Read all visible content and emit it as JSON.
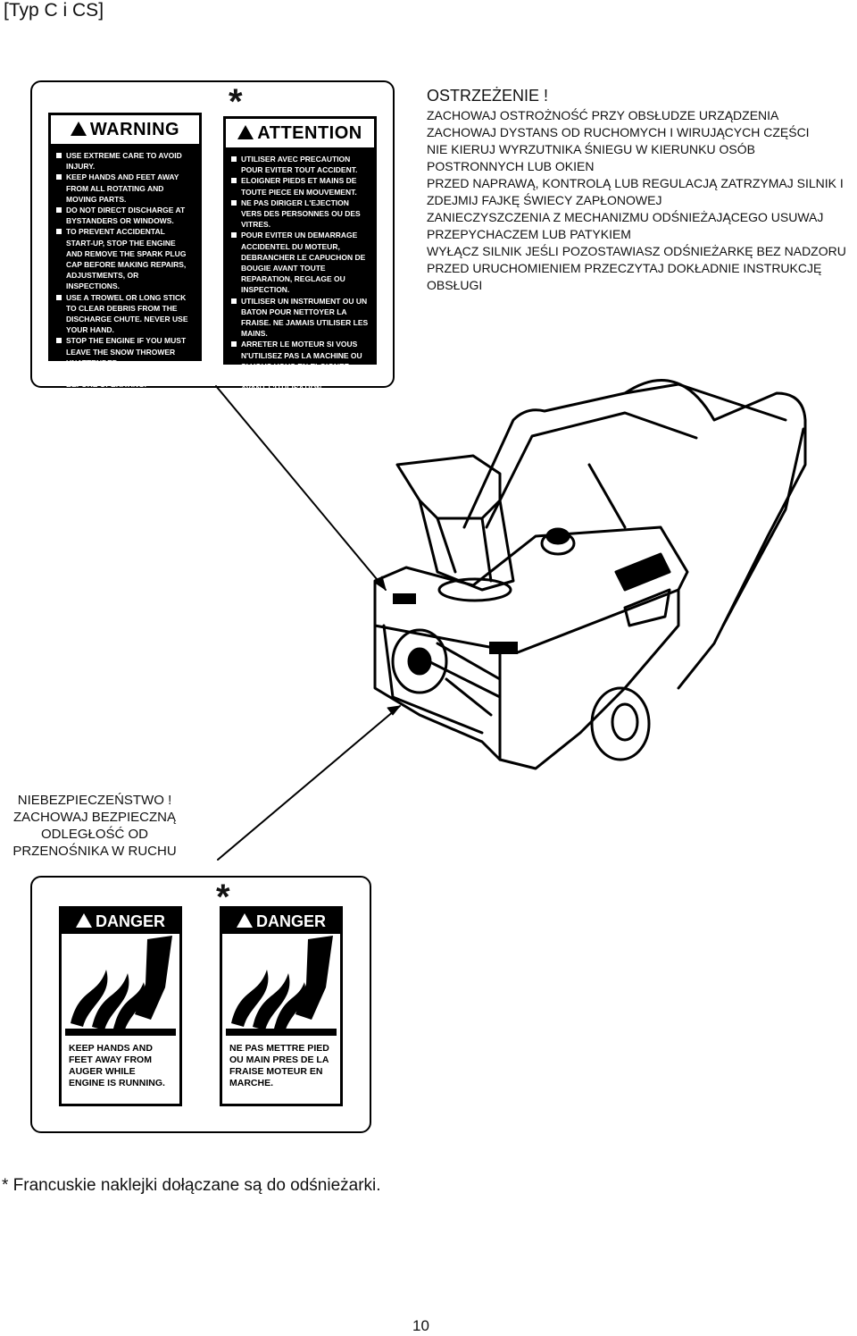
{
  "header": {
    "title": "[Typ C i CS]"
  },
  "warning_section": {
    "heading": "OSTRZEŻENIE !",
    "lines": [
      "ZACHOWAJ OSTROŻNOŚĆ PRZY OBSŁUDZE URZĄDZENIA",
      "ZACHOWAJ DYSTANS OD RUCHOMYCH I WIRUJĄCYCH CZĘŚCI",
      "NIE KIERUJ WYRZUTNIKA ŚNIEGU W KIERUNKU OSÓB POSTRONNYCH LUB OKIEN",
      "PRZED NAPRAWĄ, KONTROLĄ LUB REGULACJĄ ZATRZYMAJ SILNIK I ZDEJMIJ FAJKĘ ŚWIECY ZAPŁONOWEJ",
      "ZANIECZYSZCZENIA Z MECHANIZMU ODŚNIEŻAJĄCEGO USUWAJ PRZEPYCHACZEM LUB PATYKIEM",
      "WYŁĄCZ SILNIK JEŚLI POZOSTAWIASZ ODŚNIEŻARKĘ BEZ NADZORU",
      "PRZED URUCHOMIENIEM PRZECZYTAJ DOKŁADNIE INSTRUKCJĘ OBSŁUGI"
    ]
  },
  "warning_label_en": {
    "title": "WARNING",
    "items": [
      "USE EXTREME CARE TO AVOID INJURY.",
      "KEEP HANDS AND FEET AWAY FROM ALL ROTATING AND MOVING PARTS.",
      "DO NOT DIRECT DISCHARGE AT BYSTANDERS OR WINDOWS.",
      "TO PREVENT ACCIDENTAL START-UP, STOP THE ENGINE AND REMOVE THE SPARK PLUG CAP BEFORE MAKING REPAIRS, ADJUSTMENTS, OR INSPECTIONS.",
      "USE A TROWEL OR LONG STICK TO CLEAR DEBRIS FROM THE DISCHARGE CHUTE. NEVER USE YOUR HAND.",
      "STOP THE ENGINE IF YOU MUST LEAVE THE SNOW THROWER UNATTENDED.",
      "READ OWNER'S MANUAL BEFORE OPERATING."
    ]
  },
  "warning_label_fr": {
    "asterisk": "*",
    "title": "ATTENTION",
    "items": [
      "UTILISER AVEC PRECAUTION POUR EVITER TOUT ACCIDENT.",
      "ELOIGNER PIEDS ET MAINS DE TOUTE PIECE EN MOUVEMENT.",
      "NE PAS DIRIGER L'EJECTION VERS DES PERSONNES OU DES VITRES.",
      "POUR EVITER UN DEMARRAGE ACCIDENTEL DU MOTEUR, DEBRANCHER LE CAPUCHON DE BOUGIE AVANT TOUTE REPARATION, REGLAGE OU INSPECTION.",
      "UTILISER UN INSTRUMENT OU UN BATON POUR NETTOYER LA FRAISE. NE JAMAIS UTILISER LES MAINS.",
      "ARRETER LE MOTEUR SI VOUS N'UTILISEZ PAS LA MACHINE OU SI VOUS VOUS EN ELOIGNEZ.",
      "LIRE LE MANUEL D'UTILISATEUR AVANT L'UTILISATION."
    ]
  },
  "danger_section": {
    "lines": [
      "NIEBEZPIECZEŃSTWO !",
      "ZACHOWAJ BEZPIECZNĄ ODLEGŁOŚĆ OD PRZENOŚNIKA W RUCHU"
    ]
  },
  "danger_label_en": {
    "title": "DANGER",
    "text": "KEEP HANDS AND FEET AWAY FROM AUGER WHILE ENGINE IS RUNNING."
  },
  "danger_label_fr": {
    "asterisk": "*",
    "title": "DANGER",
    "text": "NE PAS METTRE PIED OU MAIN PRES DE LA FRAISE MOTEUR EN MARCHE."
  },
  "footnote": "* Francuskie naklejki dołączane są do odśnieżarki.",
  "page_number": "10"
}
